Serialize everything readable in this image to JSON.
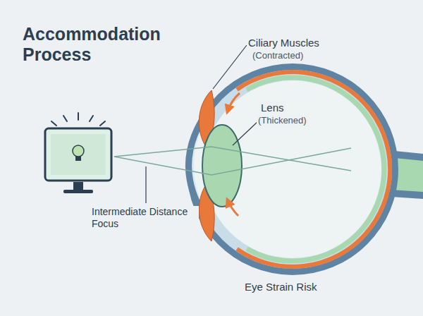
{
  "diagram": {
    "title": "Accommodation Process",
    "labels": [
      "Ciliary Muscles",
      "(Contracted)",
      "Lens",
      "(Thickened)",
      "Intermediate Distance Focus",
      "Eye Strain Risk"
    ]
  }
}
